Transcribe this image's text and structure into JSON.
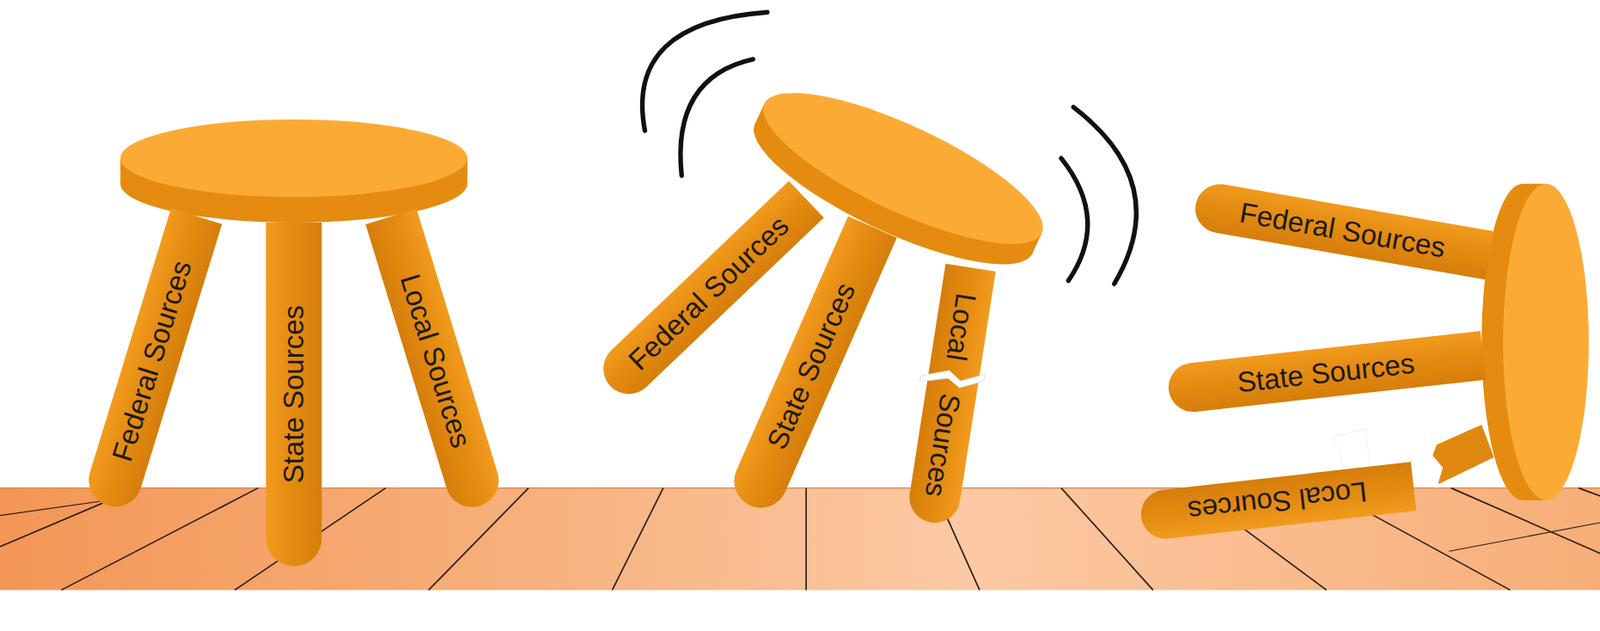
{
  "diagram": {
    "nodes": [
      {
        "text": [
          "Federal Sources"
        ]
      },
      {
        "text": [
          "State Sources"
        ]
      },
      {
        "text": [
          "Local Sources"
        ]
      },
      {
        "text": [
          "Federal Sources"
        ]
      },
      {
        "text": [
          "State Sources"
        ]
      },
      {
        "text": [
          "Local Sources"
        ]
      },
      {
        "text": [
          "Federal Sources"
        ]
      },
      {
        "text": [
          "State Sources"
        ]
      },
      {
        "text": [
          "Local Sources"
        ]
      }
    ]
  }
}
